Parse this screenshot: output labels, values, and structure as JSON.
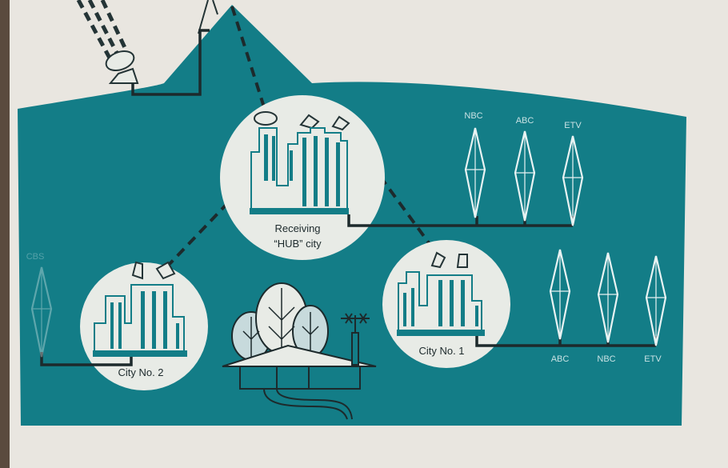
{
  "hub": {
    "label_line1": "Receiving",
    "label_line2": "“HUB” city"
  },
  "city1": {
    "label": "City No. 1"
  },
  "city2": {
    "label": "City No. 2"
  },
  "hub_towers": [
    "NBC",
    "ABC",
    "ETV"
  ],
  "city1_towers": [
    "ABC",
    "NBC",
    "ETV"
  ],
  "city2_tower_faint": "CBS",
  "colors": {
    "teal": "#137d87",
    "circle_fill": "#e8ebe6",
    "building": "#137d87",
    "wire": "#1d2a2c",
    "paper": "#e9e6e0",
    "tower_label": "#c9e2e4"
  }
}
